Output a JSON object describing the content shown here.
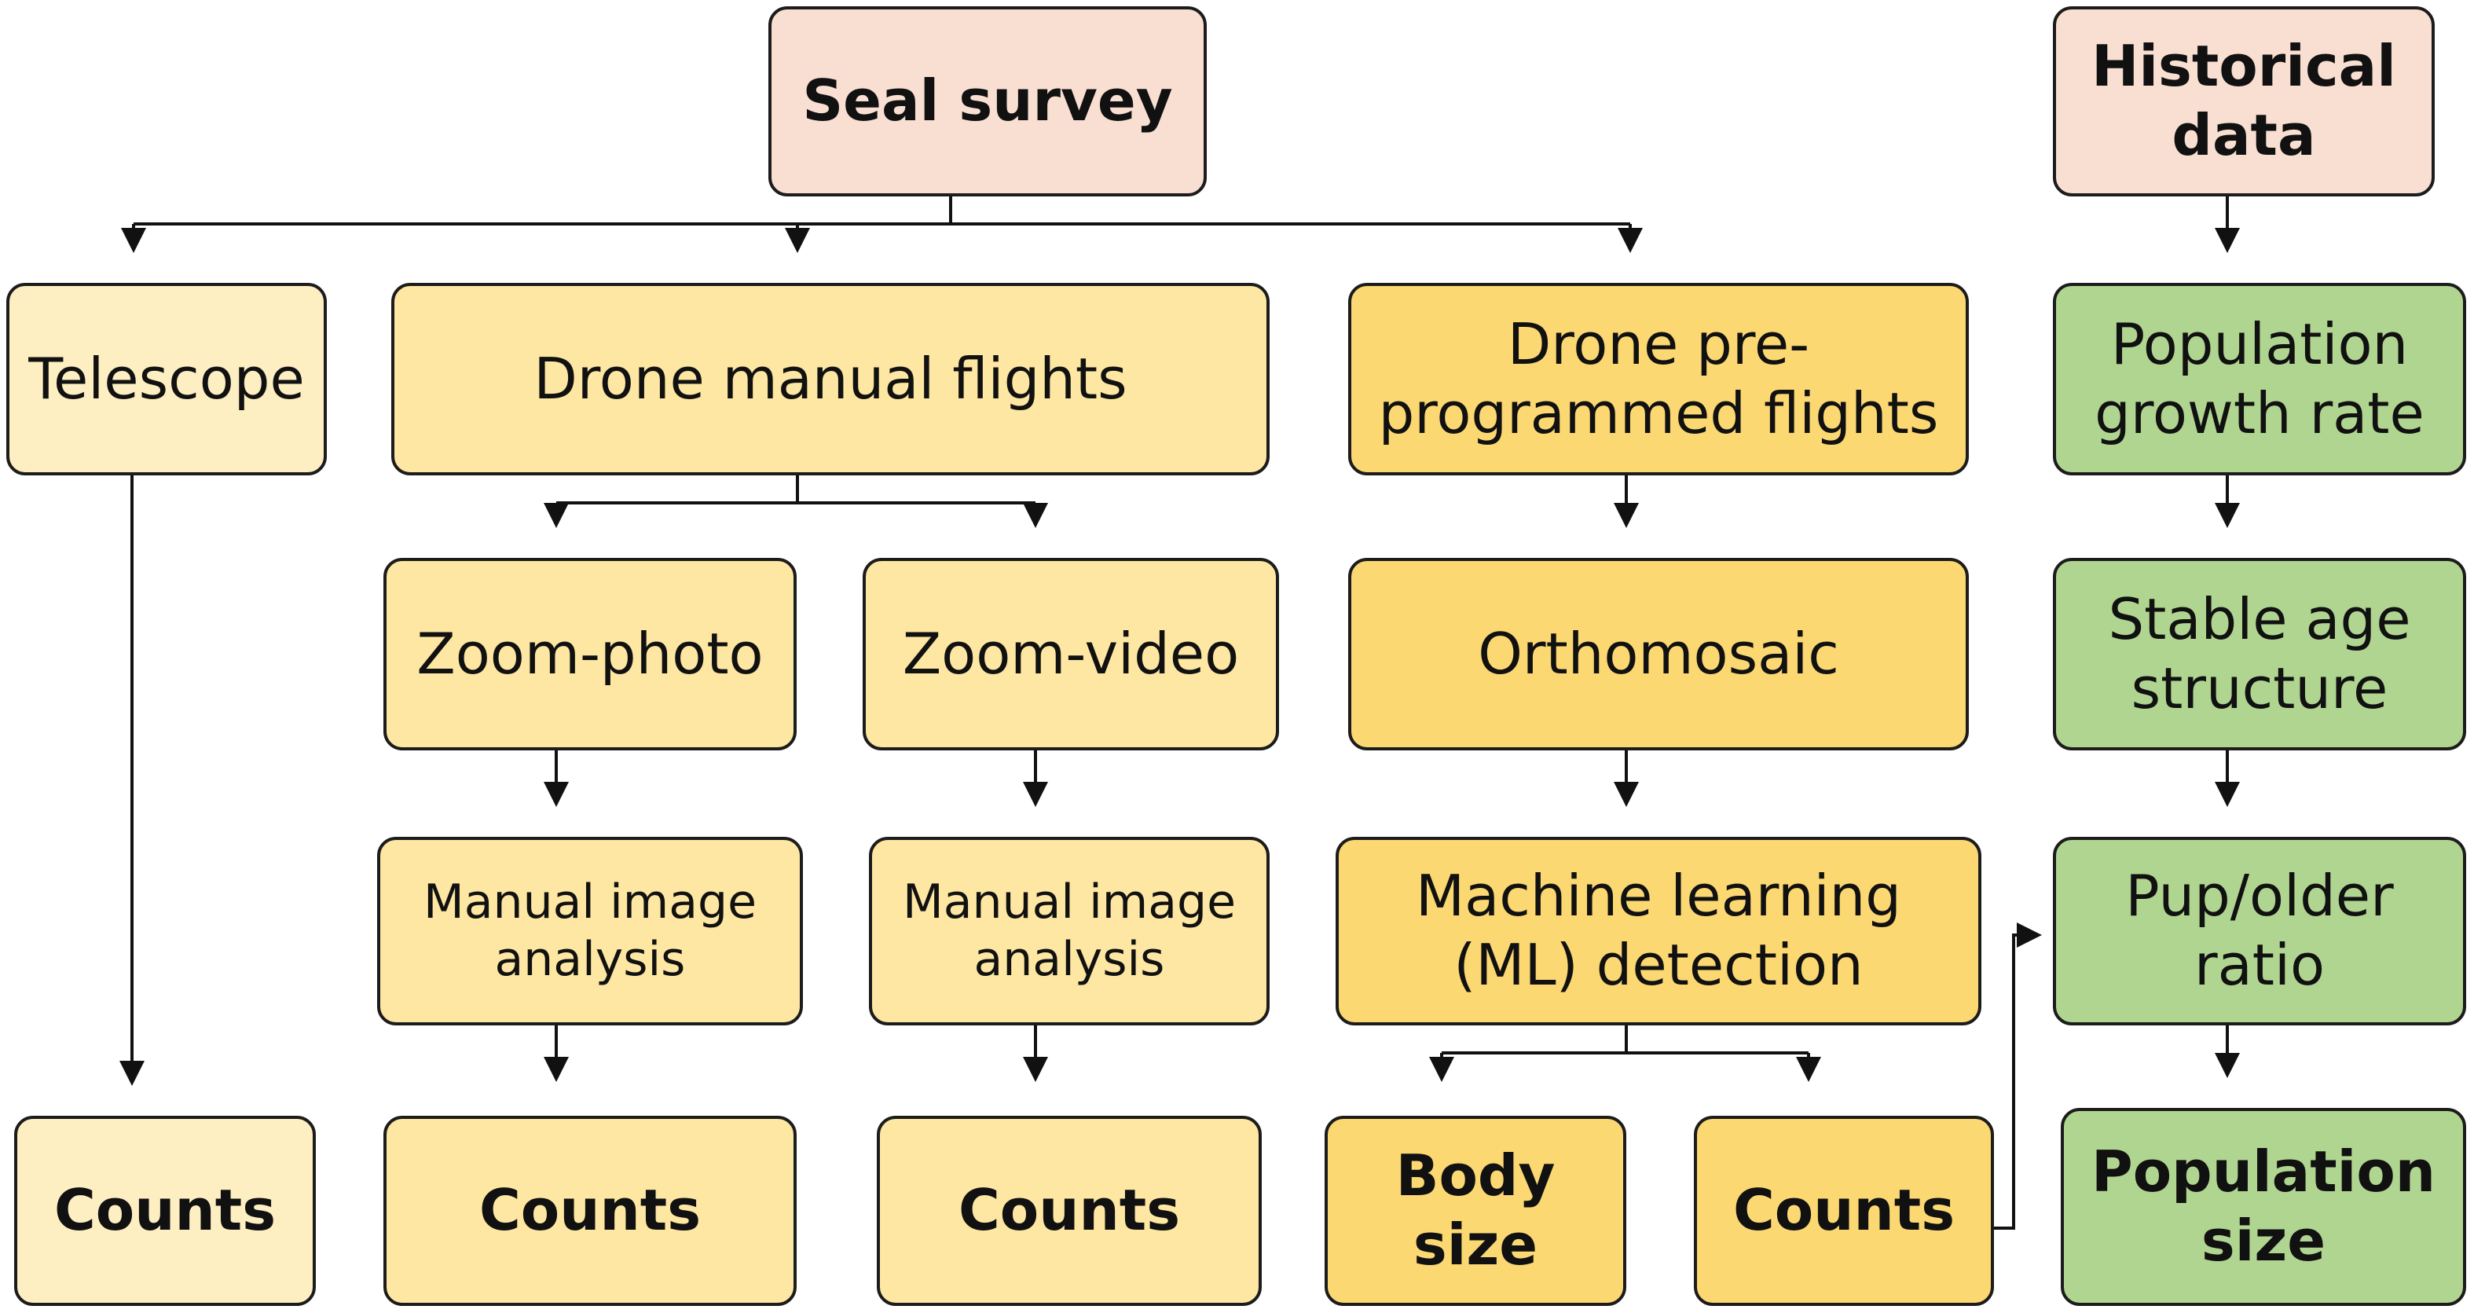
{
  "colors": {
    "source": "#f9dfd2",
    "telescope": "#fdefc2",
    "manual": "#fde7a2",
    "programmed": "#fcd873",
    "model": "#b0d590",
    "border": "#1c1c1c",
    "arrow": "#111111"
  },
  "nodes": {
    "seal_survey": "Seal survey",
    "historical_data": [
      "Historical",
      "data"
    ],
    "telescope": "Telescope",
    "drone_manual_flights": "Drone manual flights",
    "drone_preprogrammed_flights": [
      "Drone pre-",
      "programmed flights"
    ],
    "population_growth_rate": [
      "Population",
      "growth rate"
    ],
    "zoom_photo": "Zoom-photo",
    "zoom_video": "Zoom-video",
    "orthomosaic": "Orthomosaic",
    "stable_age_structure": [
      "Stable age",
      "structure"
    ],
    "manual_image_analysis_photo": [
      "Manual image",
      "analysis"
    ],
    "manual_image_analysis_video": [
      "Manual image",
      "analysis"
    ],
    "ml_detection": [
      "Machine learning",
      "(ML) detection"
    ],
    "pup_older_ratio": [
      "Pup/older",
      "ratio"
    ],
    "counts_telescope": "Counts",
    "counts_photo": "Counts",
    "counts_video": "Counts",
    "body_size": [
      "Body",
      "size"
    ],
    "counts_ml": "Counts",
    "population_size": [
      "Population",
      "size"
    ]
  }
}
